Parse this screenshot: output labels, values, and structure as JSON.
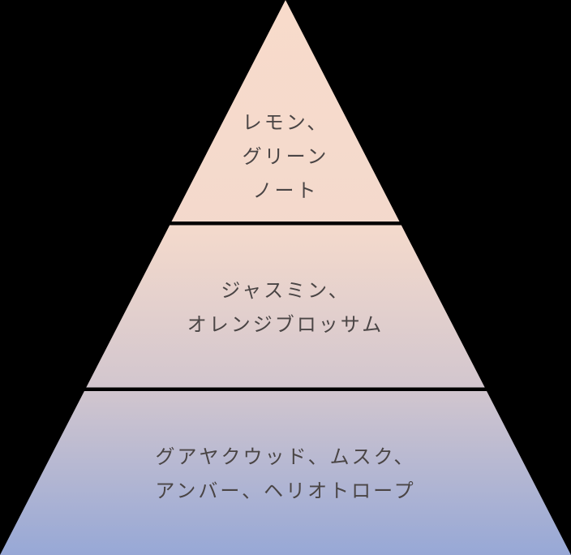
{
  "diagram": {
    "type": "pyramid",
    "background": "#000000",
    "gradient": {
      "top": "#f8dbcb",
      "middle": "#e8d6d0",
      "lower": "#d0c6cf",
      "bottom": "#9aaad6"
    },
    "divider_color": "#000000",
    "text_color": "#4a4545",
    "tiers": [
      {
        "name": "top",
        "lines": [
          "レモン、",
          "グリーン",
          "ノート"
        ]
      },
      {
        "name": "middle",
        "lines": [
          "ジャスミン、",
          "オレンジブロッサム"
        ]
      },
      {
        "name": "base",
        "lines": [
          "グアヤクウッド、ムスク、",
          "アンバー、ヘリオトロープ"
        ]
      }
    ]
  }
}
